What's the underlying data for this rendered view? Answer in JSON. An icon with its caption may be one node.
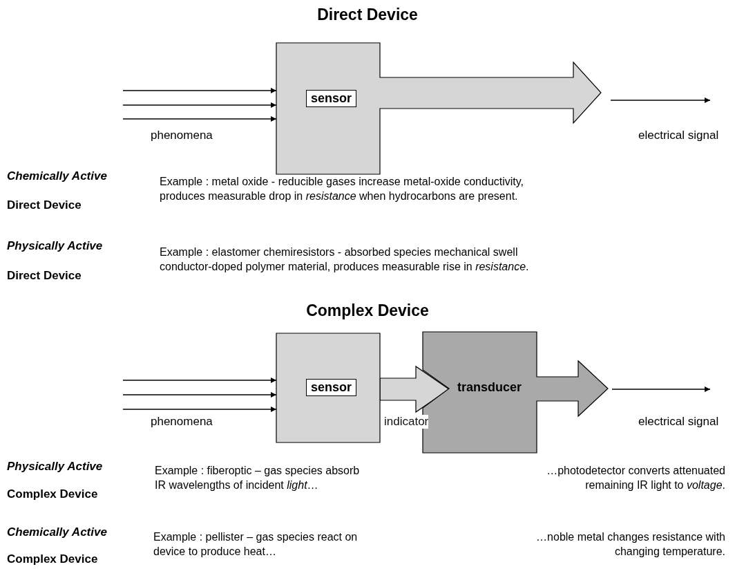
{
  "diagram": {
    "nodes": [
      {
        "text": [],
        "shape": "box"
      },
      {
        "text": [
          "sensor"
        ],
        "in": 0
      },
      {
        "text": [],
        "shape": "box"
      },
      {
        "text": [
          "sensor"
        ],
        "in": 2
      },
      {
        "text": [
          "transducer"
        ]
      }
    ],
    "edges": [
      {
        "from": null,
        "to": 0,
        "arrow": "to"
      },
      {
        "from": null,
        "to": 0,
        "arrow": "to"
      },
      {
        "from": null,
        "to": 0,
        "arrow": "to"
      },
      {
        "from": 0,
        "to": null,
        "arrow": "to"
      },
      {
        "from": null,
        "to": 2,
        "arrow": "to"
      },
      {
        "from": null,
        "to": 2,
        "arrow": "to"
      },
      {
        "from": null,
        "to": 2,
        "arrow": "to"
      },
      {
        "from": 2,
        "to": 4,
        "arrow": "to",
        "label": "indicator",
        "style": "thick"
      },
      {
        "from": 4,
        "to": null,
        "arrow": "to"
      }
    ],
    "labels": [
      "Direct Device",
      "phenomena",
      "electrical signal",
      "Chemically Active",
      "Direct Device",
      "Example : metal oxide - reducible gases increase metal-oxide conductivity, produces measurable drop in *resistance* when hydrocarbons are present.",
      "Physically Active",
      "Direct Device",
      "Example : elastomer chemiresistors - absorbed species mechanical swell conductor-doped polymer material, produces measurable rise in *resistance*.",
      "Complex Device",
      "phenomena",
      "electrical signal",
      "Physically Active",
      "Complex Device",
      "Example : fiberoptic – gas species absorb IR wavelengths of incident *light*…",
      "…photodetector converts attenuated remaining IR light to *voltage*.",
      "Chemically Active",
      "Complex Device",
      "Example : pellister – gas species react on device to produce heat…",
      "…noble metal changes resistance with changing temperature."
    ]
  }
}
